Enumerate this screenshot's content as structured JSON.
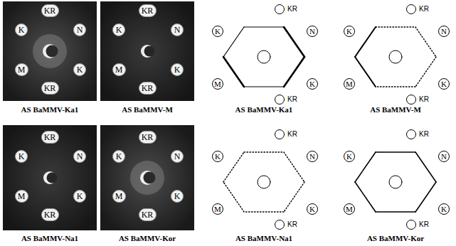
{
  "diagram": {
    "nodes": [
      {
        "text": [
          "KR"
        ]
      },
      {
        "text": [
          "K"
        ]
      },
      {
        "text": [
          "N"
        ]
      },
      {
        "text": [
          "M"
        ]
      },
      {
        "text": [
          "K"
        ]
      },
      {
        "text": [
          "KR"
        ]
      },
      {
        "text": [
          "KR"
        ]
      },
      {
        "text": [
          "K"
        ]
      },
      {
        "text": [
          "N"
        ]
      },
      {
        "text": [
          "M"
        ]
      },
      {
        "text": [
          "K"
        ]
      },
      {
        "text": [
          "KR"
        ]
      },
      {
        "text": [
          "KR"
        ]
      },
      {
        "text": [
          "K"
        ]
      },
      {
        "text": [
          "N"
        ]
      },
      {
        "text": [
          "M"
        ]
      },
      {
        "text": [
          "K"
        ]
      },
      {
        "text": [
          "KR"
        ]
      },
      {
        "text": [
          "KR"
        ]
      },
      {
        "text": [
          "K"
        ]
      },
      {
        "text": [
          "N"
        ]
      },
      {
        "text": [
          "M"
        ]
      },
      {
        "text": [
          "K"
        ]
      },
      {
        "text": [
          "KR"
        ]
      },
      {
        "text": [
          "KR"
        ]
      },
      {
        "text": [
          "K"
        ]
      },
      {
        "text": [
          "N"
        ]
      },
      {
        "text": [
          "M"
        ]
      },
      {
        "text": [
          "K"
        ]
      },
      {
        "text": [
          "KR"
        ]
      },
      {
        "text": [
          "KR"
        ]
      },
      {
        "text": [
          "K"
        ]
      },
      {
        "text": [
          "N"
        ]
      },
      {
        "text": [
          "M"
        ]
      },
      {
        "text": [
          "K"
        ]
      },
      {
        "text": [
          "KR"
        ]
      },
      {
        "text": [
          "KR"
        ]
      },
      {
        "text": [
          "K"
        ]
      },
      {
        "text": [
          "N"
        ]
      },
      {
        "text": [
          "M"
        ]
      },
      {
        "text": [
          "K"
        ]
      },
      {
        "text": [
          "KR"
        ]
      },
      {
        "text": [
          "KR"
        ]
      },
      {
        "text": [
          "K"
        ]
      },
      {
        "text": [
          "N"
        ]
      },
      {
        "text": [
          "M"
        ]
      },
      {
        "text": [
          "K"
        ]
      },
      {
        "text": [
          "KR"
        ]
      }
    ],
    "labels": [
      "AS BaMMV-Ka1",
      "AS BaMMV-M",
      "AS BaMMV-Ka1",
      "AS BaMMV-M",
      "AS BaMMV-Na1",
      "AS BaMMV-Kor",
      "AS BaMMV-Na1",
      "AS BaMMV-Kor"
    ]
  }
}
